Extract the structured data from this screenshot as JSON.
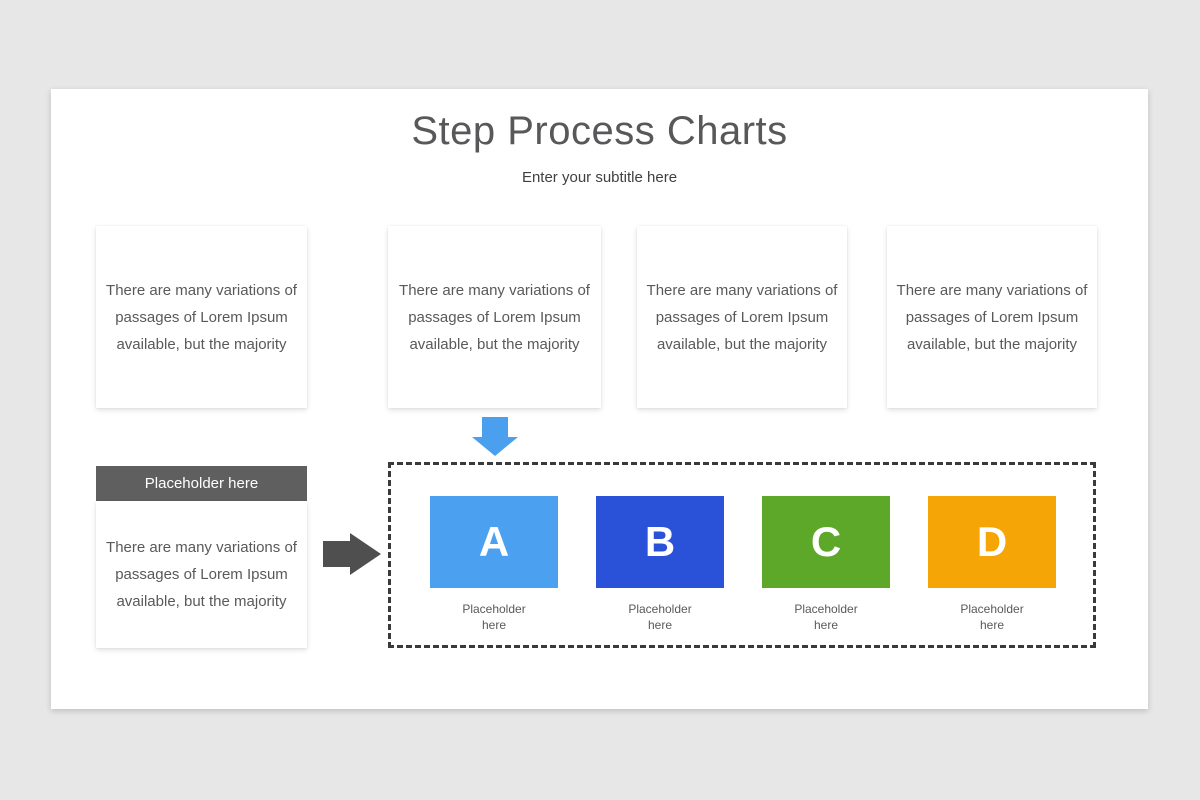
{
  "page": {
    "background": "#e8e7e7"
  },
  "slide": {
    "background": "#ffffff"
  },
  "header": {
    "title": "Step Process Charts",
    "subtitle": "Enter your subtitle here"
  },
  "top_cards": [
    {
      "text": "There are many variations of passages of Lorem Ipsum available, but the majority"
    },
    {
      "text": "There are many variations of passages of Lorem Ipsum available, but the majority"
    },
    {
      "text": "There are many variations of passages of Lorem Ipsum available, but the majority"
    },
    {
      "text": "There are many variations of passages of Lorem Ipsum available, but the majority"
    }
  ],
  "left_panel": {
    "header_label": "Placeholder here",
    "header_bg": "#5f5f5f",
    "body": "There are many variations of passages of Lorem Ipsum available, but the majority"
  },
  "arrows": {
    "down_color": "#4aa0ee",
    "right_color": "#4f4f4f"
  },
  "process": {
    "border_color": "#3a3a3a",
    "steps": [
      {
        "letter": "A",
        "color": "#4ba1f0",
        "label": "Placeholder here"
      },
      {
        "letter": "B",
        "color": "#2a52d8",
        "label": "Placeholder here"
      },
      {
        "letter": "C",
        "color": "#5ea829",
        "label": "Placeholder here"
      },
      {
        "letter": "D",
        "color": "#f5a506",
        "label": "Placeholder here"
      }
    ]
  }
}
